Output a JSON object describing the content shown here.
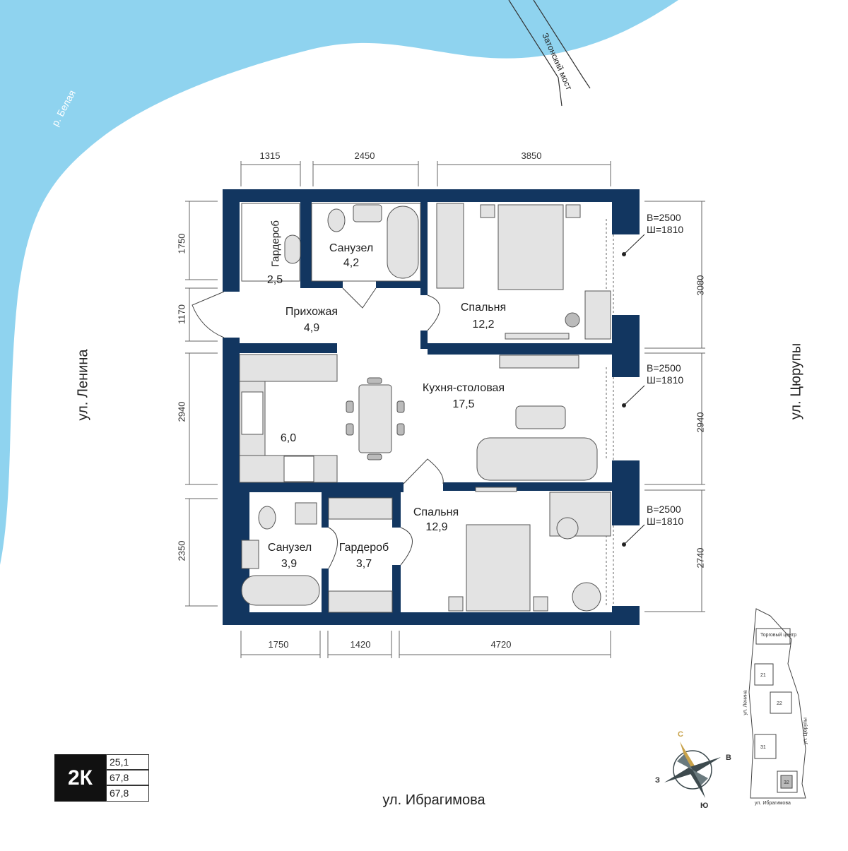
{
  "colors": {
    "water": "#8fd3ef",
    "wall": "#123660",
    "floor": "#ffffff",
    "furniture_fill": "#e0e0e0",
    "furniture_stroke": "#555555",
    "compass_accent": "#c8a24a",
    "compass_dark": "#3d4a4e",
    "dim_line": "#555555"
  },
  "river_label": "р. Белая",
  "bridge_label": "Затонский мост",
  "streets": {
    "left": "ул. Ленина",
    "right": "ул. Цюрупы",
    "bottom": "ул. Ибрагимова"
  },
  "rooms": [
    {
      "name": "Гардероб",
      "area": "2,5"
    },
    {
      "name": "Санузел",
      "area": "4,2"
    },
    {
      "name": "Спальня",
      "area": "12,2"
    },
    {
      "name": "Прихожая",
      "area": "4,9"
    },
    {
      "name": "Кухня-столовая",
      "area": "17,5"
    },
    {
      "name": "",
      "area": "6,0"
    },
    {
      "name": "Санузел",
      "area": "3,9"
    },
    {
      "name": "Гардероб",
      "area": "3,7"
    },
    {
      "name": "Спальня",
      "area": "12,9"
    }
  ],
  "dimensions": {
    "top": [
      "1315",
      "2450",
      "3850"
    ],
    "bottom": [
      "1750",
      "1420",
      "4720"
    ],
    "left": [
      "1750",
      "1170",
      "2940",
      "2350"
    ],
    "right": [
      "3080",
      "2940",
      "2740"
    ]
  },
  "windows": [
    {
      "height": "В=2500",
      "width": "Ш=1810"
    },
    {
      "height": "В=2500",
      "width": "Ш=1810"
    },
    {
      "height": "В=2500",
      "width": "Ш=1810"
    }
  ],
  "badge": {
    "type": "2К",
    "values": [
      "25,1",
      "67,8",
      "67,8"
    ]
  },
  "compass": {
    "north": "С",
    "east": "В",
    "south": "Ю",
    "west": "З"
  },
  "site_plan": {
    "buildings": [
      "21",
      "22",
      "31",
      "32"
    ],
    "street_left": "ул. Ленина",
    "street_right": "ул. Цюрупы",
    "street_bottom": "ул. Ибрагимова",
    "note": "Торговый центр"
  }
}
